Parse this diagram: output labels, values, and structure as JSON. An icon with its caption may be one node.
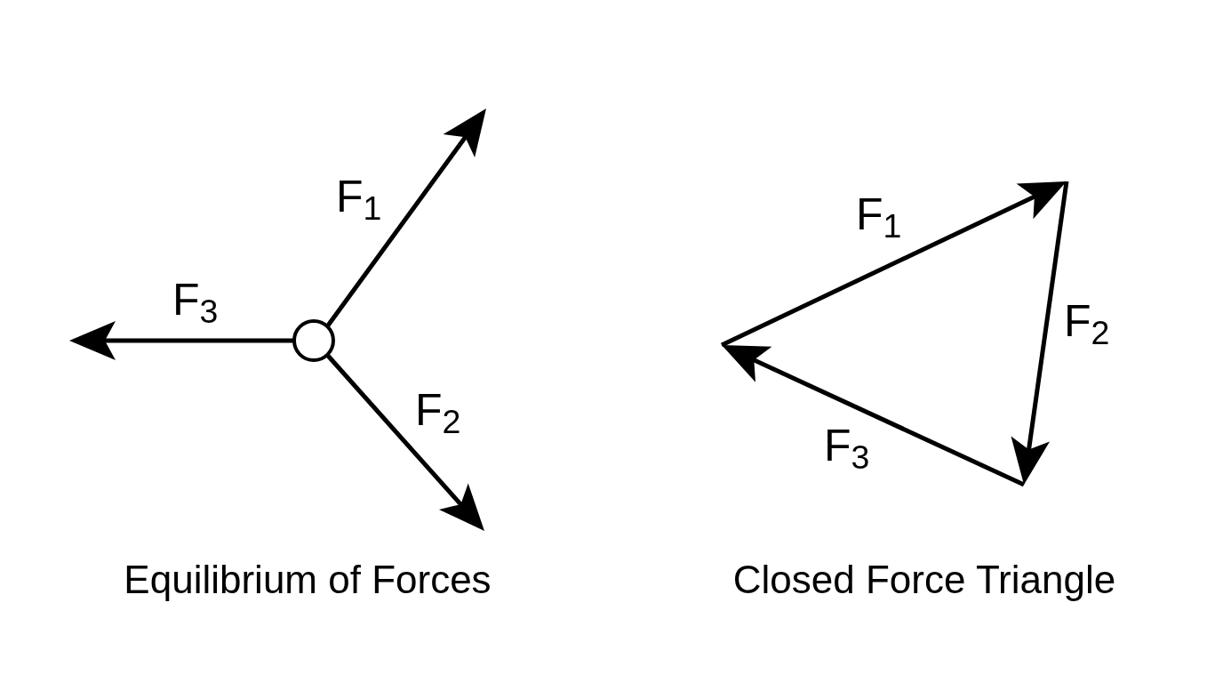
{
  "diagram": {
    "labels": [
      "F$_{1}$",
      "F$_{3}$",
      "F$_{2}$",
      "Equilibrium of Forces",
      "F$_{1}$",
      "F$_{2}$",
      "F$_{3}$",
      "Closed Force Triangle"
    ]
  }
}
